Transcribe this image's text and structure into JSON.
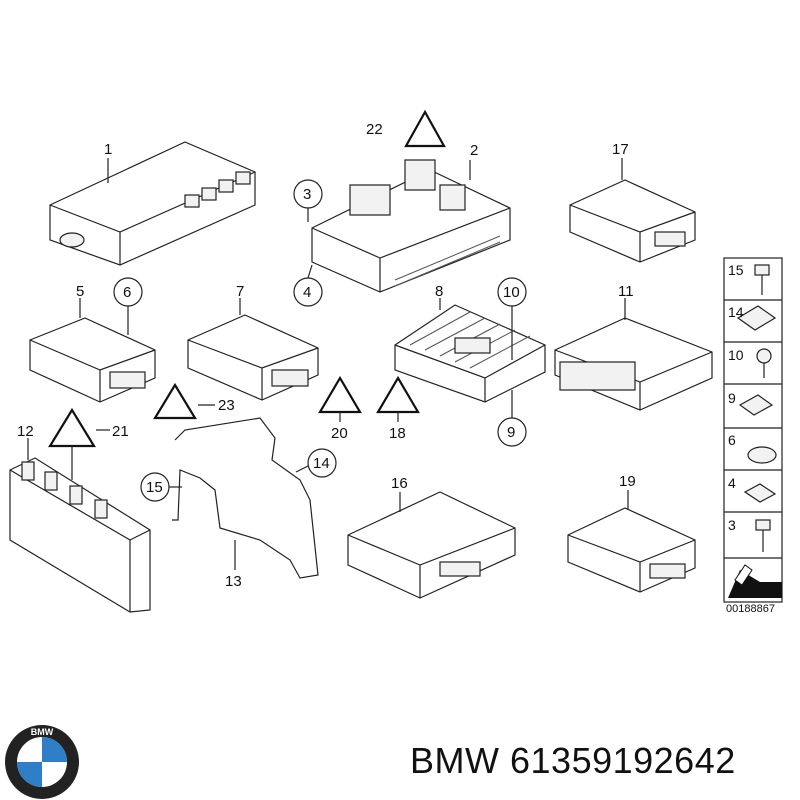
{
  "diagram": {
    "callouts": [
      "1",
      "2",
      "3",
      "4",
      "5",
      "6",
      "7",
      "8",
      "9",
      "10",
      "11",
      "12",
      "13",
      "14",
      "15",
      "16",
      "17",
      "18",
      "19",
      "20",
      "21",
      "22",
      "23"
    ],
    "side_panel": [
      "15",
      "14",
      "10",
      "9",
      "6",
      "4",
      "3"
    ],
    "drawing_number": "00188867"
  },
  "footer": {
    "brand": "BMW",
    "part_number": "61359192642"
  },
  "logo": {
    "letters": "BMW",
    "icon": "bmw-roundel-icon"
  },
  "colors": {
    "logo_blue": "#2f7fc8",
    "logo_ring": "#222222",
    "text": "#111111"
  }
}
